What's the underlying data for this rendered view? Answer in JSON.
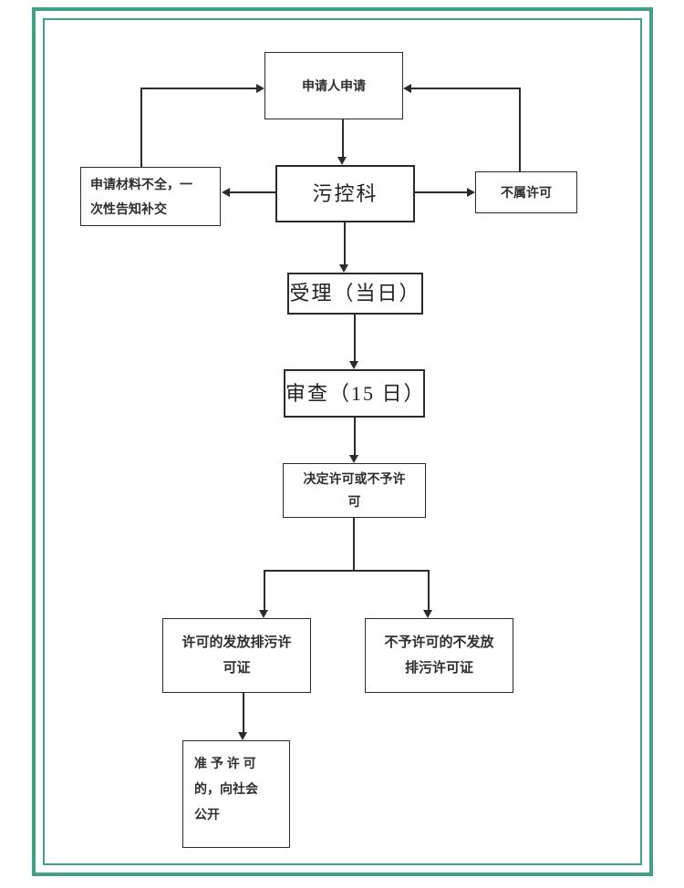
{
  "frame_color": "#3FA287",
  "nodes": {
    "applicant": {
      "label": "申请人申请"
    },
    "pollution_control": {
      "label": "污控科"
    },
    "incomplete_materials": {
      "label": "申请材料不全，一\n次性告知补交"
    },
    "not_permit_category": {
      "label": "不属许可"
    },
    "acceptance": {
      "label": "受理（当日）"
    },
    "review": {
      "label": "审查（15 日）"
    },
    "decision": {
      "label": "决定许可或不予许\n可"
    },
    "grant_permit": {
      "label": "许可的发放排污许\n可证"
    },
    "deny_permit": {
      "label": "不予许可的不发放\n排污许可证"
    },
    "public_disclosure": {
      "label": "准 予 许 可\n的，向社会\n公开"
    }
  }
}
